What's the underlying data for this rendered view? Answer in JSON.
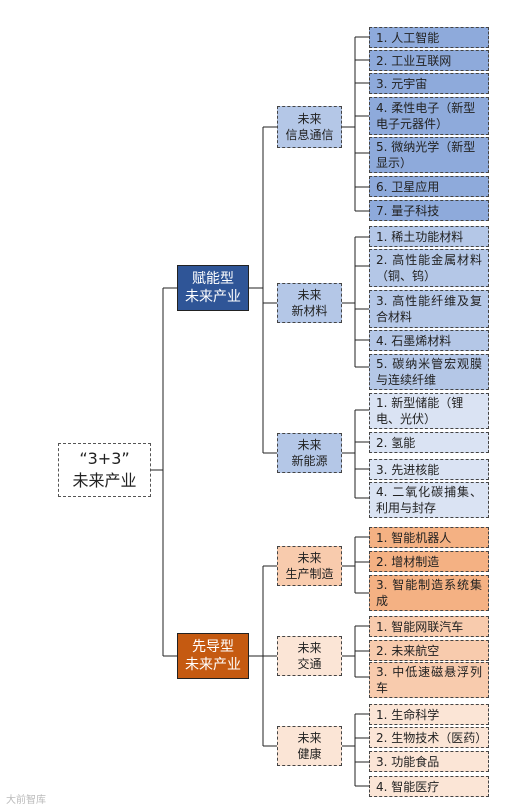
{
  "root": {
    "line1": "“3+3”",
    "line2": "未来产业"
  },
  "groups": [
    {
      "title1": "赋能型",
      "title2": "未来产业",
      "subs": [
        {
          "name1": "未来",
          "name2": "信息通信",
          "items": [
            "1.  人工智能",
            "2.  工业互联网",
            "3.  元宇宙",
            "4.  柔性电子（新型电子元器件）",
            "5.  微纳光学（新型显示）",
            "6.  卫星应用",
            "7.  量子科技"
          ]
        },
        {
          "name1": "未来",
          "name2": "新材料",
          "items": [
            "1.  稀土功能材料",
            "2.  高性能金属材料（铜、钨）",
            "3.  高性能纤维及复合材料",
            "4.  石墨烯材料",
            "5.  碳纳米管宏观膜与连续纤维"
          ]
        },
        {
          "name1": "未来",
          "name2": "新能源",
          "items": [
            "1.   新型储能（锂电、光伏）",
            "2.  氢能",
            "3.  先进核能",
            "4.  二氧化碳捕集、利用与封存"
          ]
        }
      ]
    },
    {
      "title1": "先导型",
      "title2": "未来产业",
      "subs": [
        {
          "name1": "未来",
          "name2": "生产制造",
          "items": [
            "1.  智能机器人",
            "2.  增材制造",
            "3.  智能制造系统集成"
          ]
        },
        {
          "name1": "未来",
          "name2": "交通",
          "items": [
            "1.  智能网联汽车",
            "2.  未来航空",
            "3.  中低速磁悬浮列车"
          ]
        },
        {
          "name1": "未来",
          "name2": "健康",
          "items": [
            "1.  生命科学",
            "2.  生物技术（医药）",
            "3.  功能食品",
            "4.  智能医疗"
          ]
        }
      ]
    }
  ],
  "watermark": "大前智库"
}
